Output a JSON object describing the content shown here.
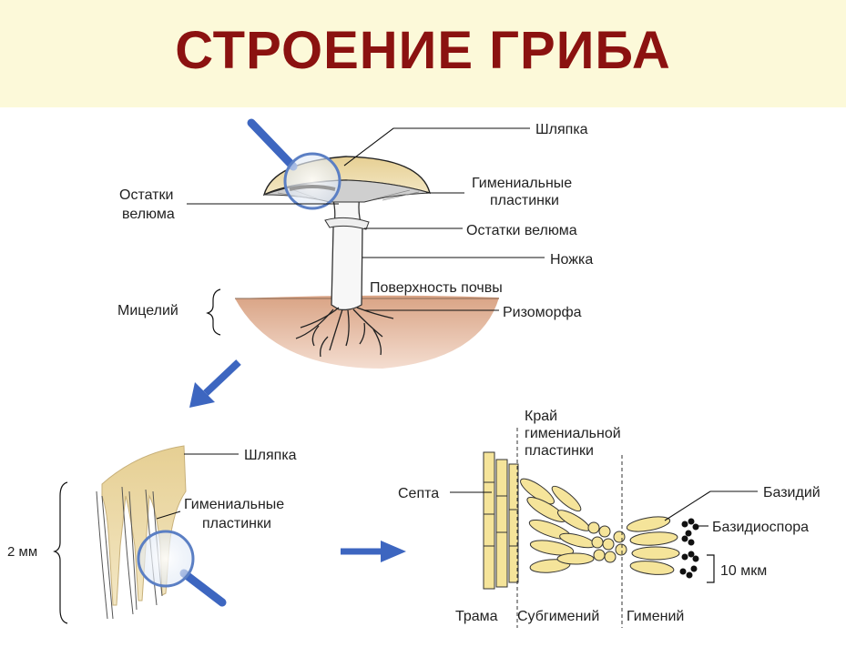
{
  "title": "СТРОЕНИЕ ГРИБА",
  "colors": {
    "header_bg": "#fcf9d9",
    "title": "#8b1210",
    "cap": "#e2c98c",
    "soil": "#d9a384",
    "arrow": "#3d66c0"
  },
  "top": {
    "cap": "Шляпка",
    "hymenial_plates": [
      "Гимениальные",
      "пластинки"
    ],
    "veil_remains_left": [
      "Остатки",
      "велюма"
    ],
    "veil_remains_right": "Остатки велюма",
    "stem": "Ножка",
    "soil_surface": "Поверхность почвы",
    "mycelium": "Мицелий",
    "rhizomorph": "Ризоморфа"
  },
  "left_detail": {
    "cap": "Шляпка",
    "hymenial_plates": [
      "Гимениальные",
      "пластинки"
    ],
    "scale": "2 мм"
  },
  "right_detail": {
    "edge": [
      "Край",
      "гимениальной",
      "пластинки"
    ],
    "septum": "Септа",
    "basidium": "Базидий",
    "basidiospore": "Базидиоспора",
    "scale": "10 мкм",
    "trama": "Трама",
    "subhymenium": "Субгимений",
    "hymenium": "Гимений"
  },
  "icons": [
    "magnifier-icon",
    "arrow-icon"
  ]
}
